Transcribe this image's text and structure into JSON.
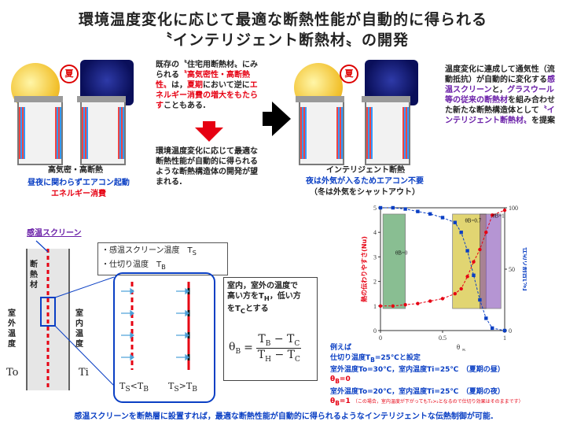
{
  "title": {
    "line1": "環境温度変化に応じて最適な断熱性能が自動的に得られる",
    "line2": "〝インテリジェント断熱材〟の開発"
  },
  "top_left": {
    "summer_badge": "夏",
    "caption": "高気密・高断熱",
    "note_line1": "昼夜に関わらずエアコン起動",
    "note_line2": "エネルギー消費"
  },
  "middle_text": {
    "para1_a": "既存の〝住宅用断熱材〟にみられる",
    "para1_red1": "〝高気密性・高断熱性〟",
    "para1_b": "は，",
    "para1_red2": "夏期",
    "para1_c": "において逆に",
    "para1_red3": "エネルギー消費の増大をもたらす",
    "para1_d": "こともある.",
    "para2": "環境温度変化に応じて最適な断熱性能が自動的に得られるような断熱構造体の開発が望まれる."
  },
  "top_right": {
    "summer_badge": "夏",
    "caption": "インテリジェント断熱",
    "note_line1": "夜は外気が入るためエアコン不要",
    "note_line2": "（冬は外気をシャットアウト）"
  },
  "right_text": {
    "a": "温度変化に連成して通気性（流動抵抗）が自動的に変化する",
    "b": "感温スクリーン",
    "c": "と，",
    "d": "グラスウール等の従来の断熱材",
    "e": "を組み合わせた新たな断熱構造体として",
    "f": "〝インテリジェント断熱材〟",
    "g": "を提案"
  },
  "wall_diagram": {
    "screen_label": "感温スクリーン",
    "insulation_label": "断熱材",
    "outdoor_label": "室外温度",
    "indoor_label": "室内温度",
    "to": "To",
    "ti": "Ti",
    "legend1": "・感温スクリーン温度　T",
    "legend1_sub": "S",
    "legend2": "・仕切り温度　T",
    "legend2_sub": "B",
    "cond1": "T",
    "cond1_sub1": "S",
    "cond1_mid": "<T",
    "cond1_sub2": "B",
    "cond2": "T",
    "cond2_sub1": "S",
    "cond2_mid": ">T",
    "cond2_sub2": "B"
  },
  "formula_box": {
    "text_line1": "室内，室外の温度で",
    "text_line2": "高い方をT",
    "text_line2_sub": "H",
    "text_line2_b": "，低い方",
    "text_line3": "をT",
    "text_line3_sub": "C",
    "text_line3_b": "とする",
    "theta": "θ",
    "theta_sub": "B",
    "eq": "=",
    "num": "T",
    "num_sub1": "B",
    "num_mid": " − T",
    "num_sub2": "C",
    "den": "T",
    "den_sub1": "H",
    "den_mid": " − T",
    "den_sub2": "C"
  },
  "chart_data": {
    "type": "line",
    "xlabel": "θ",
    "xlabel_sub": "B",
    "ylabel_left": "熱の伝わりやすさ(Nu)",
    "ylabel_right": "仕切り割合[%]",
    "xlim": [
      0,
      1
    ],
    "ylim_left": [
      0,
      5
    ],
    "ylim_right": [
      0,
      100
    ],
    "xticks": [
      "0",
      "0.5",
      "1"
    ],
    "yticks_left": [
      "0",
      "1",
      "2",
      "3",
      "4",
      "5"
    ],
    "yticks_right": [
      "0",
      "50",
      "100"
    ],
    "annotations": [
      "θB=0",
      "θB=0.7",
      "θB=1"
    ],
    "series": [
      {
        "color": "#e60012",
        "axis": "left",
        "x": [
          0,
          0.1,
          0.2,
          0.3,
          0.4,
          0.5,
          0.6,
          0.65,
          0.7,
          0.75,
          0.8,
          0.85,
          0.9,
          1.0
        ],
        "y": [
          1.0,
          1.0,
          1.05,
          1.1,
          1.2,
          1.3,
          1.5,
          1.7,
          2.2,
          2.8,
          3.3,
          4.0,
          4.7,
          4.9
        ]
      },
      {
        "color": "#0a3fc4",
        "axis": "right",
        "x": [
          0,
          0.1,
          0.2,
          0.3,
          0.4,
          0.5,
          0.6,
          0.65,
          0.7,
          0.75,
          0.8,
          0.85,
          0.9,
          1.0
        ],
        "y": [
          100,
          100,
          99,
          97,
          95,
          92,
          88,
          80,
          65,
          45,
          25,
          10,
          2,
          0
        ]
      }
    ]
  },
  "example": {
    "line1": "例えば",
    "line2": "仕切り温度T",
    "line2_sub": "B",
    "line2_b": "=25℃と設定",
    "line3": "室外温度To=30℃，室内温度Ti=25℃　（夏期の昼）",
    "line4": "θ",
    "line4_sub": "B",
    "line4_b": "=0",
    "line5": "室外温度To=20℃，室内温度Ti=25℃　（夏期の夜）",
    "line6": "θ",
    "line6_sub": "B",
    "line6_b": "=1",
    "line6_note": "（この場合，室内温度が下がってもT₀>₂となるので仕切り効果はそのままです）"
  },
  "footer": "感温スクリーンを断熱層に設置すれば，最適な断熱性能が自動的に得られるようなインテリジェントな伝熱制御が可能."
}
